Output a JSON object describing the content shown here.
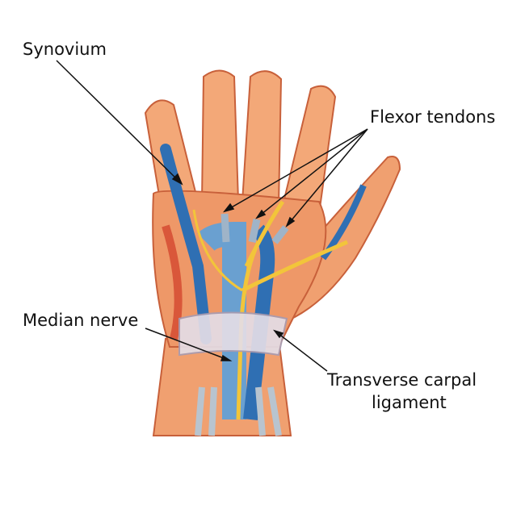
{
  "labels": {
    "synovium": "Synovium",
    "flexor_tendons": "Flexor tendons",
    "median_nerve": "Median nerve",
    "transverse_line1": "Transverse carpal",
    "transverse_line2": "ligament"
  },
  "colors": {
    "skin": "#f0a070",
    "muscle": "#d9573a",
    "synovium": "#2f6fb3",
    "tendon": "#9fb4c8",
    "nerve": "#f2c53a",
    "ligament": "#e4dde6"
  }
}
